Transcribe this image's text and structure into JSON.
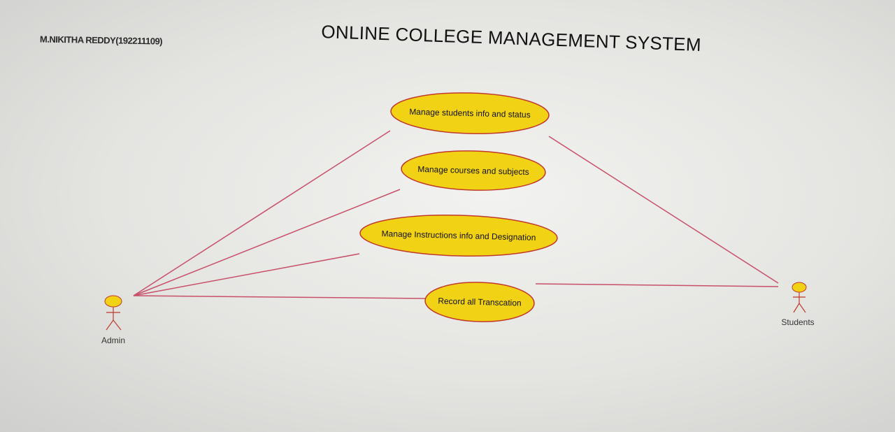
{
  "author": "M.NIKITHA REDDY(192211109)",
  "title": "ONLINE COLLEGE MANAGEMENT SYSTEM",
  "actors": {
    "admin": "Admin",
    "students": "Students"
  },
  "use_cases": [
    "Manage students info and status",
    "Manage courses and subjects",
    "Manage Instructions info and Designation",
    "Record all Transcation"
  ],
  "colors": {
    "use_case_fill": "#f2d214",
    "use_case_border": "#c0392b",
    "association_line": "#c8506a",
    "actor_head": "#f2d214",
    "actor_body": "#c0392b"
  }
}
